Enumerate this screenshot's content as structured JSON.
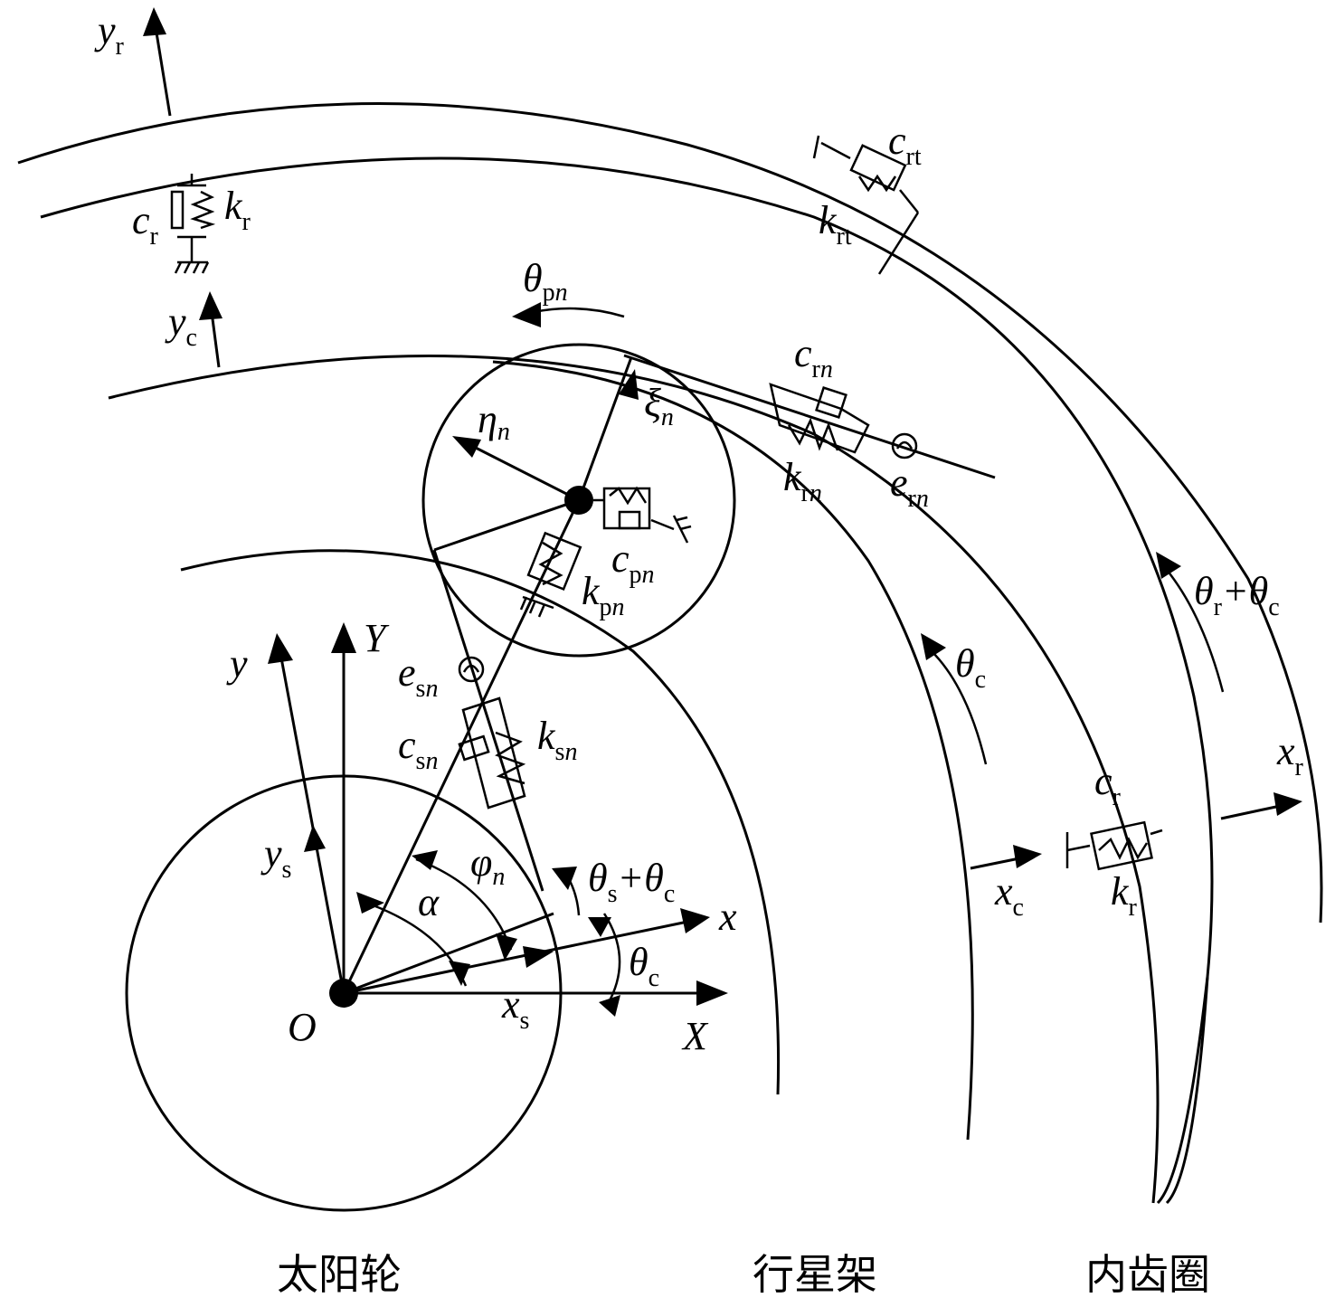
{
  "labels": {
    "origin": "O",
    "X": "X",
    "Y": "Y",
    "x": "x",
    "y": "y",
    "alpha": "α",
    "phi_n": {
      "main": "φ",
      "sub": "n"
    },
    "x_s": {
      "main": "x",
      "sub": "s"
    },
    "y_s": {
      "main": "y",
      "sub": "s"
    },
    "x_c": {
      "main": "x",
      "sub": "c"
    },
    "y_c": {
      "main": "y",
      "sub": "c"
    },
    "x_r": {
      "main": "x",
      "sub": "r"
    },
    "y_r": {
      "main": "y",
      "sub": "r"
    },
    "eta_n": {
      "main": "η",
      "sub": "n"
    },
    "xi_n": {
      "main": "ξ",
      "sub": "n"
    },
    "theta_c_small": {
      "main": "θ",
      "sub": "c"
    },
    "theta_c": {
      "main": "θ",
      "sub": "c"
    },
    "theta_pn": {
      "main": "θ",
      "sub": "p",
      "sub2": "n"
    },
    "theta_s_plus_c": {
      "a": "θ",
      "as": "s",
      "plus": "+θ",
      "bs": "c"
    },
    "theta_r_plus_c": {
      "a": "θ",
      "as": "r",
      "plus": "+θ",
      "bs": "c"
    },
    "c_r_left": {
      "main": "c",
      "sub": "r"
    },
    "k_r_left": {
      "main": "k",
      "sub": "r"
    },
    "c_r_right": {
      "main": "c",
      "sub": "r"
    },
    "k_r_right": {
      "main": "k",
      "sub": "r"
    },
    "c_rt": {
      "main": "c",
      "sub": "rt"
    },
    "k_rt": {
      "main": "k",
      "sub": "rt"
    },
    "c_rn": {
      "main": "c",
      "sub": "r",
      "sub2": "n"
    },
    "k_rn": {
      "main": "k",
      "sub": "r",
      "sub2": "n"
    },
    "e_rn": {
      "main": "e",
      "sub": "r",
      "sub2": "n"
    },
    "c_pn": {
      "main": "c",
      "sub": "p",
      "sub2": "n"
    },
    "k_pn": {
      "main": "k",
      "sub": "p",
      "sub2": "n"
    },
    "e_sn": {
      "main": "e",
      "sub": "s",
      "sub2": "n"
    },
    "c_sn": {
      "main": "c",
      "sub": "s",
      "sub2": "n"
    },
    "k_sn": {
      "main": "k",
      "sub": "s",
      "sub2": "n"
    }
  },
  "captions": {
    "sun": "太阳轮",
    "carrier": "行星架",
    "ring": "内齿圈"
  }
}
